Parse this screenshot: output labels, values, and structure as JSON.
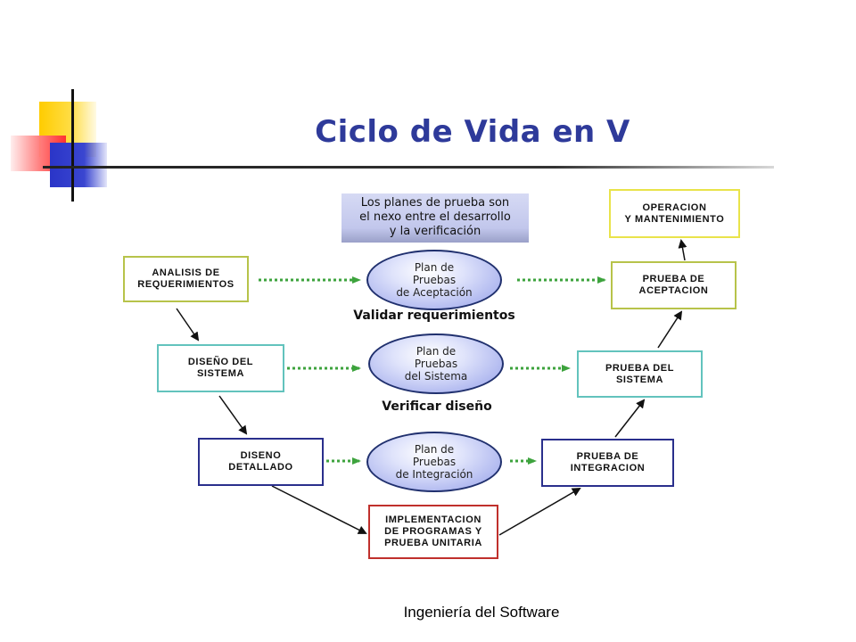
{
  "title": "Ciclo de Vida en V",
  "footer": "Ingeniería del Software",
  "note": "Los planes de prueba son\nel nexo entre el desarrollo\ny la verificación",
  "left_boxes": {
    "analisis": "ANALISIS  DE\nREQUERIMIENTOS",
    "diseno_sistema": "DISEÑO DEL\nSISTEMA",
    "diseno_detallado": "DISENO\nDETALLADO"
  },
  "bottom_box": "IMPLEMENTACION\nDE PROGRAMAS Y\nPRUEBA UNITARIA",
  "right_boxes": {
    "integracion": "PRUEBA DE\nINTEGRACION",
    "sistema": "PRUEBA DEL\nSISTEMA",
    "aceptacion": "PRUEBA DE\nACEPTACION",
    "operacion": "OPERACION\nY MANTENIMIENTO"
  },
  "plans": {
    "aceptacion": "Plan de\nPruebas\nde Aceptación",
    "sistema": "Plan de\nPruebas\ndel Sistema",
    "integracion": "Plan de\nPruebas\nde Integración"
  },
  "captions": {
    "validar": "Validar requerimientos",
    "verificar": "Verificar diseño"
  },
  "colors": {
    "title": "#2e3a9a",
    "dotted_arrow": "#3da33d",
    "solid_arrow": "#111111"
  }
}
